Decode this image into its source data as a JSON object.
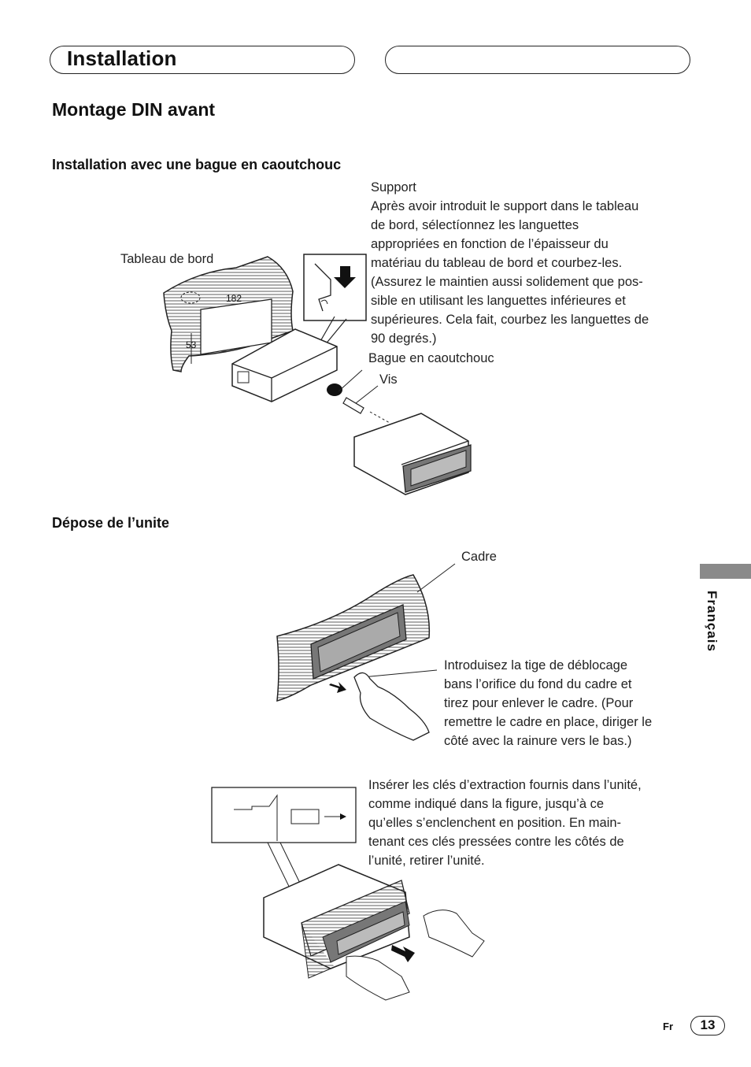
{
  "header": {
    "title": "Installation",
    "right_box_text": ""
  },
  "section": {
    "title": "Montage DIN avant",
    "install": {
      "title": "Installation avec une bague en caoutchouc",
      "support_text": "Support\nAprès avoir introduit le support dans le tableau\nde bord, sélectíonnez les languettes\nappropriées en fonction de l’épaisseur du\nmatériau du tableau de bord et courbez-les.\n(Assurez le maintien aussi solidement que pos-\nsible en utilisant les languettes inférieures et\nsupérieures. Cela fait, courbez les languettes de\n90 degrés.)",
      "label_dashboard": "Tableau de bord",
      "label_ring": "Bague en caoutchouc",
      "label_screw": "Vis",
      "dim_width": "182",
      "dim_height": "53"
    },
    "removal": {
      "title": "Dépose de l’unite",
      "label_frame": "Cadre",
      "frame_text": "Introduisez la tige de déblocage\nbans l’orifice du fond du cadre et\ntirez pour enlever le cadre. (Pour\nremettre le cadre en place, diriger le\ncôté avec la rainure vers le bas.)",
      "keys_text": "Insérer les clés d’extraction fournis dans l’unité,\ncomme indiqué dans la figure, jusqu’à ce\nqu’elles s’enclenchent en position. En main-\ntenant ces clés pressées contre les côtés de\nl’unité, retirer l’unité."
    }
  },
  "sidebar": {
    "language": "Français"
  },
  "footer": {
    "lang_code": "Fr",
    "page_number": "13"
  }
}
